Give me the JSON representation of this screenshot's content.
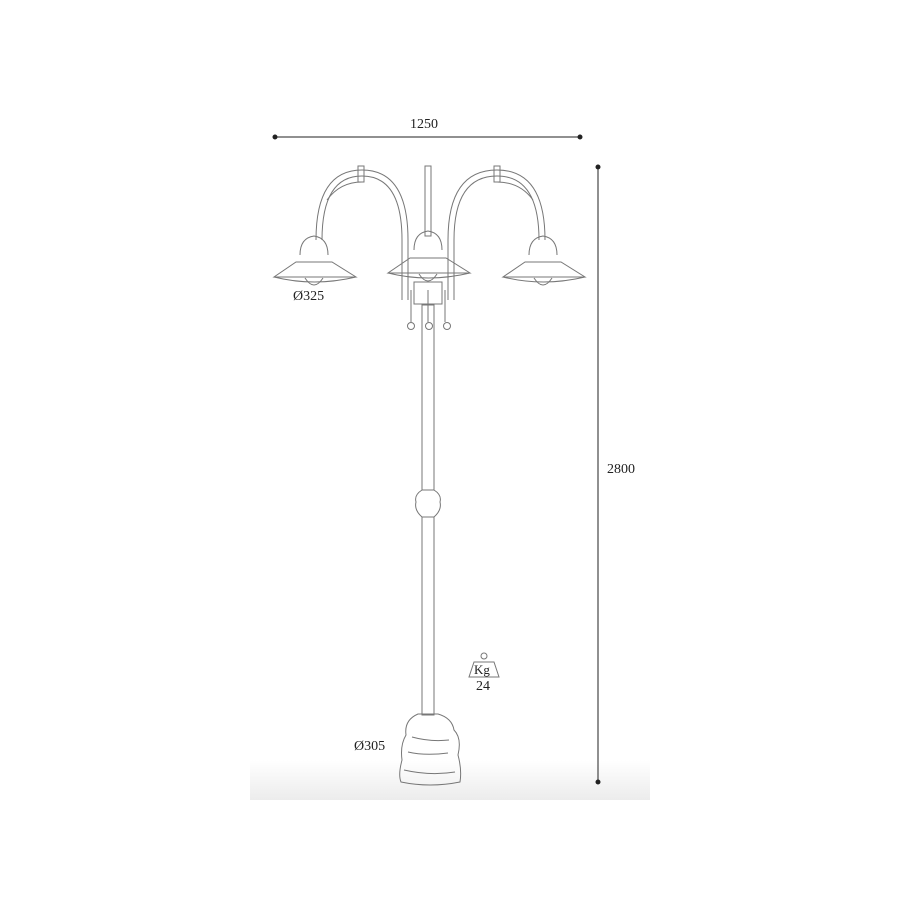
{
  "dimensions": {
    "width": "1250",
    "height": "2800",
    "shade_diameter": "Ø325",
    "base_diameter": "Ø305"
  },
  "weight": {
    "unit": "Kg",
    "value": "24"
  },
  "colors": {
    "line": "#777777",
    "dim_line": "#222222"
  }
}
